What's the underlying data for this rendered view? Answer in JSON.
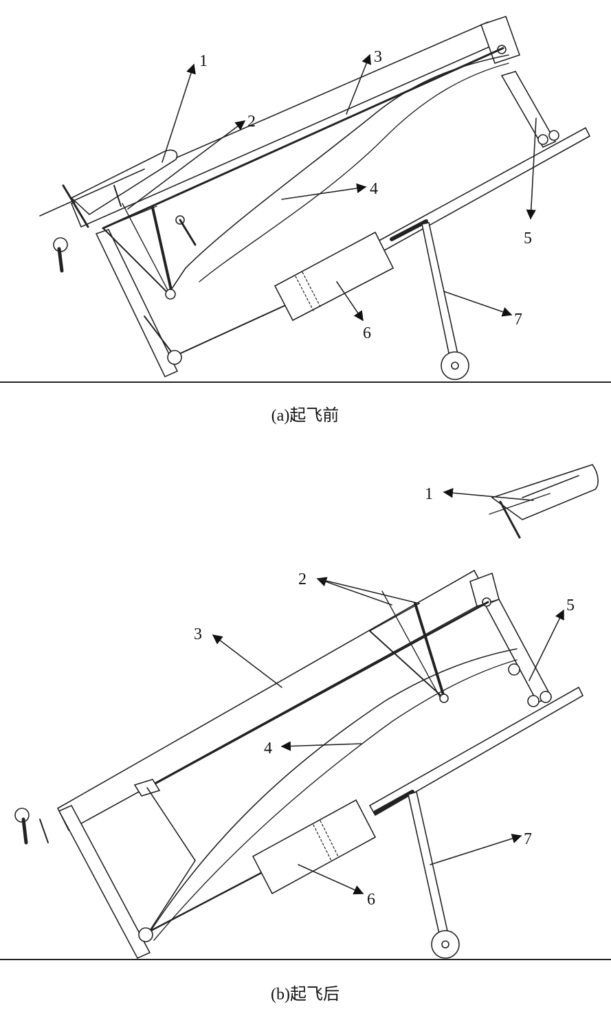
{
  "figure": {
    "panels": [
      {
        "id": "a",
        "caption": "(a)起飞前",
        "labels": [
          "1",
          "2",
          "3",
          "4",
          "5",
          "6",
          "7"
        ]
      },
      {
        "id": "b",
        "caption": "(b)起飞后",
        "labels": [
          "1",
          "2",
          "3",
          "4",
          "5",
          "6",
          "7"
        ]
      }
    ]
  }
}
